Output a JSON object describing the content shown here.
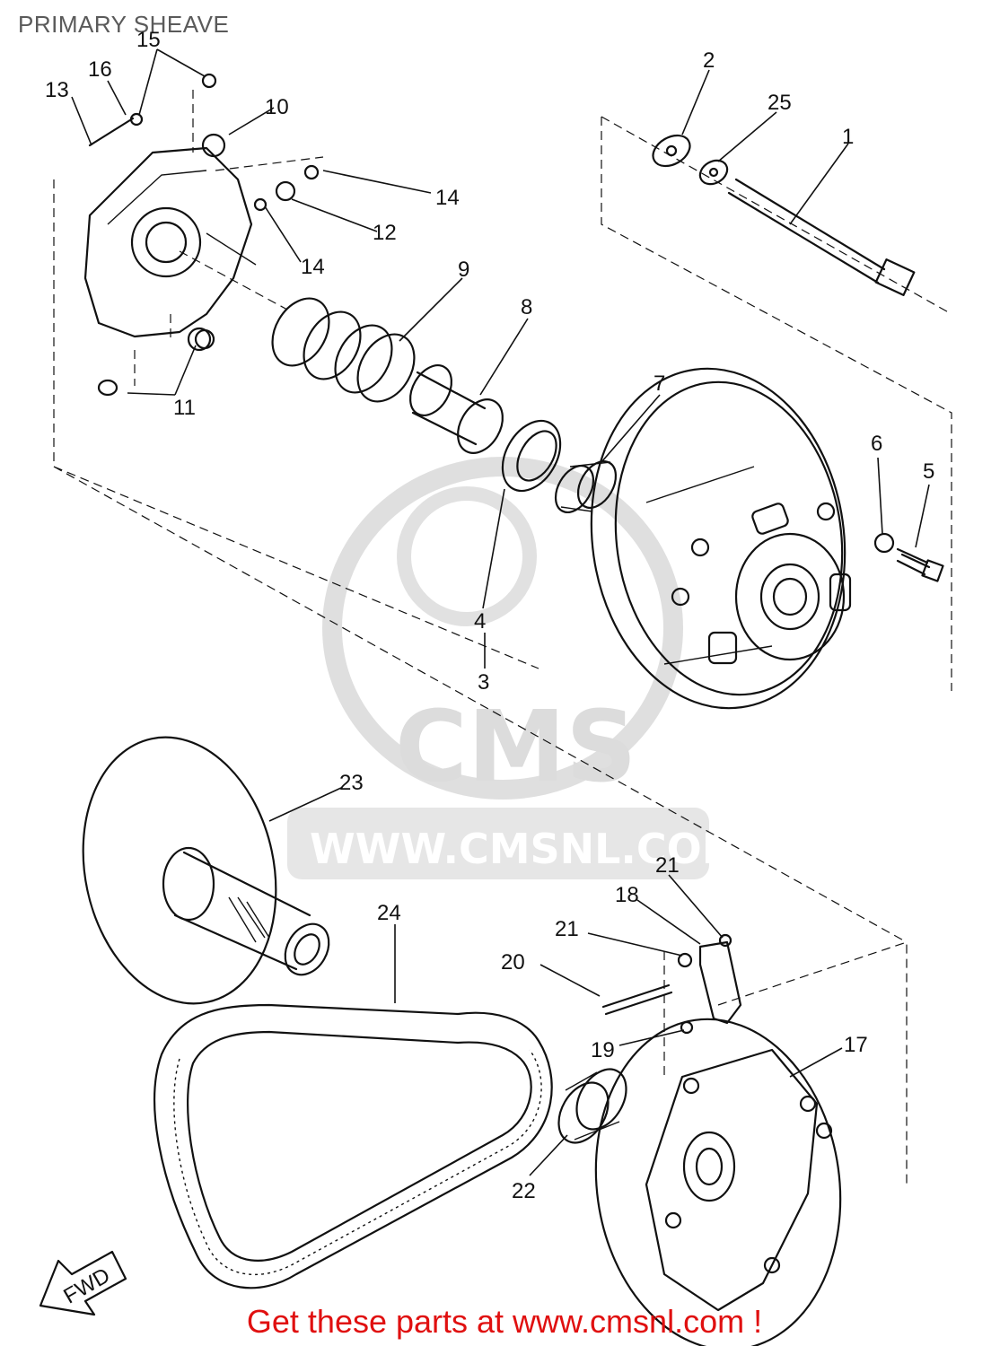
{
  "title": "PRIMARY SHEAVE",
  "footer": "Get these parts at www.cmsnl.com !",
  "watermark": {
    "logo_text": "CMS",
    "url_text": "WWW.CMSNL.COM"
  },
  "fwd_label": "FWD",
  "callouts": [
    "1",
    "2",
    "3",
    "4",
    "5",
    "6",
    "7",
    "8",
    "9",
    "10",
    "11",
    "12",
    "13",
    "14",
    "14",
    "15",
    "16",
    "17",
    "18",
    "19",
    "20",
    "21",
    "21",
    "22",
    "23",
    "24",
    "25"
  ]
}
